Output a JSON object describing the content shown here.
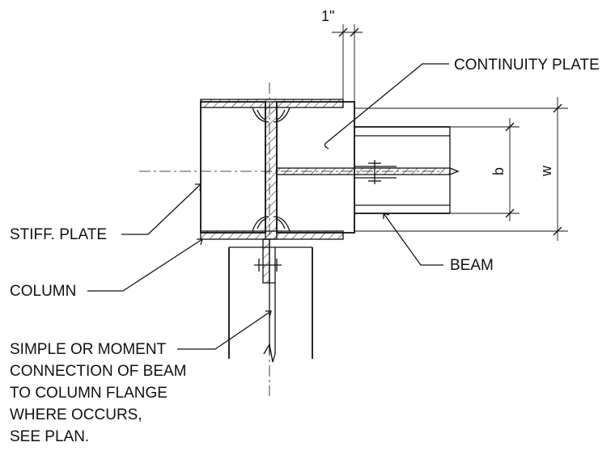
{
  "labels": {
    "continuity_plate": "CONTINUITY PLATE",
    "stiff_plate": "STIFF. PLATE",
    "column": "COLUMN",
    "beam": "BEAM",
    "note_line1": "SIMPLE OR MOMENT",
    "note_line2": "CONNECTION OF BEAM",
    "note_line3": "TO COLUMN FLANGE",
    "note_line4": "WHERE OCCURS,",
    "note_line5": "SEE PLAN."
  },
  "dimensions": {
    "offset": "1\"",
    "b": "b",
    "w": "w"
  }
}
